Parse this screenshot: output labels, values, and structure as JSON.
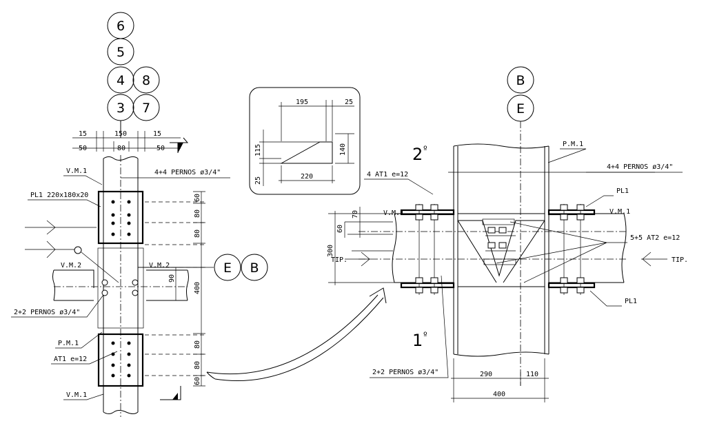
{
  "bubbles_left": [
    "6",
    "5",
    "4",
    "8",
    "3",
    "7"
  ],
  "bubbles_right_top": [
    "B",
    "E"
  ],
  "bubbles_mid": [
    "E",
    "B"
  ],
  "left_view": {
    "dim_top_row1": [
      "15",
      "150",
      "15"
    ],
    "dim_top_row2": [
      "50",
      "80",
      "50"
    ],
    "bolts_top": "4+4 PERNOS ø3/4\"",
    "vm1_top": "V.M.1",
    "pl1": "PL1 220x180x20",
    "vm2_left": "V.M.2",
    "vm2_right": "V.M.2",
    "dim_90": "90",
    "bolts_left": "2+2 PERNOS ø3/4\"",
    "pm1": "P.M.1",
    "at1": "AT1 e=12",
    "vm1_bottom": "V.M.1",
    "side_dims": [
      "60",
      "80",
      "80",
      "400",
      "80",
      "80",
      "60"
    ]
  },
  "detail": {
    "dims": [
      "195",
      "25",
      "115",
      "140",
      "25",
      "220"
    ]
  },
  "right_view": {
    "level_2": "2",
    "level_1": "1",
    "ordinal": "º",
    "pm1": "P.M.1",
    "bolts_top": "4+4 PERNOS ø3/4\"",
    "at1": "4 AT1 e=12",
    "pl1_top": "PL1",
    "vm1_left": "V.M.1",
    "vm1_right": "V.M.1",
    "dim_70": "70",
    "dim_60": "60",
    "dim_300": "300",
    "at2": "5+5 AT2 e=12",
    "tip_left": "TIP.",
    "tip_right": "TIP.",
    "pl1_bottom": "PL1",
    "bolts_bottom": "2+2 PERNOS ø3/4\"",
    "dim_290": "290",
    "dim_110": "110",
    "dim_400": "400"
  }
}
